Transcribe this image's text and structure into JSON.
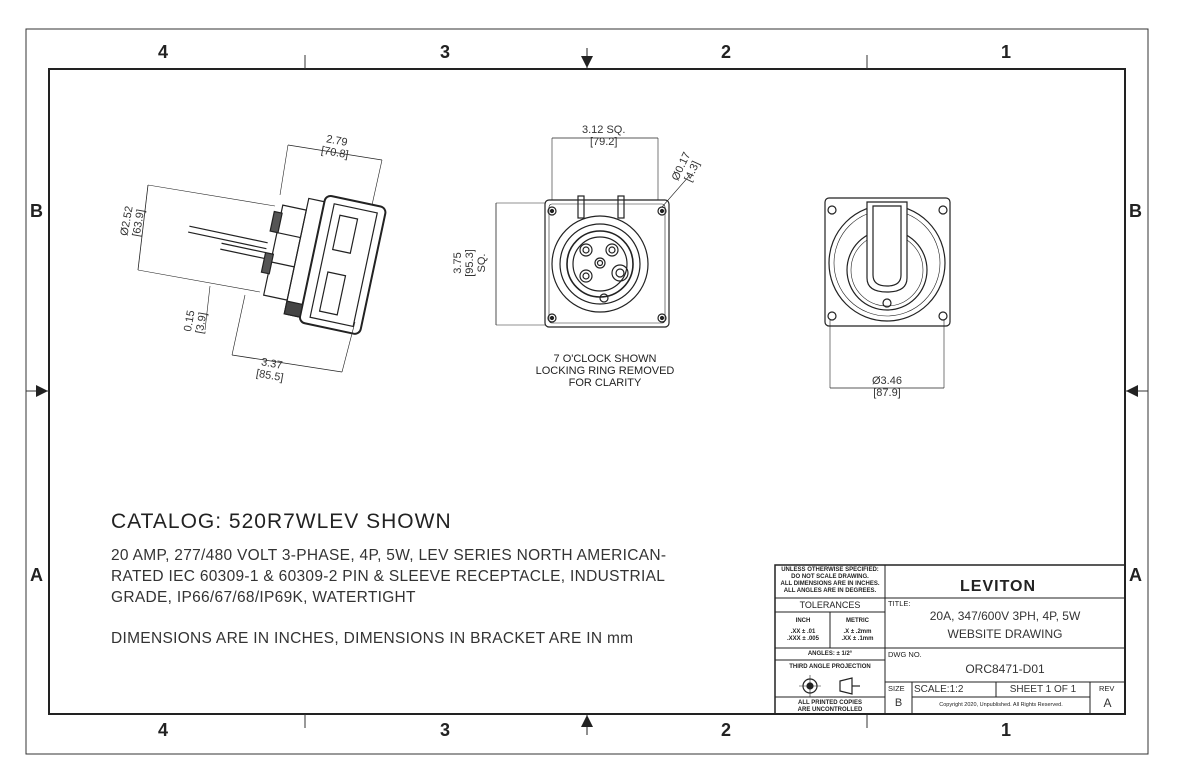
{
  "zones": {
    "columns": [
      "4",
      "3",
      "2",
      "1"
    ],
    "rows": [
      "B",
      "A"
    ]
  },
  "side_view": {
    "width_in": "2.79",
    "width_mm": "[70.8]",
    "dia_in": "Ø2.52",
    "dia_mm": "[63.9]",
    "offset_in": "0.15",
    "offset_mm": "[3.9]",
    "length_in": "3.37",
    "length_mm": "[85.5]"
  },
  "front_view": {
    "square_in": "3.12 SQ.",
    "square_mm": "[79.2]",
    "hole_in": "Ø0.17",
    "hole_mm": "[4.3]",
    "height_in": "3.75",
    "height_mm": "[95.3]",
    "height_sq": "SQ.",
    "note_line1": "7 O'CLOCK SHOWN",
    "note_line2": "LOCKING RING REMOVED",
    "note_line3": "FOR CLARITY"
  },
  "rear_view": {
    "dia_in": "Ø3.46",
    "dia_mm": "[87.9]"
  },
  "catalog": "CATALOG: 520R7WLEV SHOWN",
  "description": {
    "line1": "20 AMP, 277/480 VOLT 3-PHASE, 4P, 5W, LEV SERIES NORTH AMERICAN-",
    "line2": "RATED IEC 60309-1 & 60309-2 PIN & SLEEVE RECEPTACLE, INDUSTRIAL",
    "line3": "GRADE, IP66/67/68/IP69K, WATERTIGHT",
    "units": "DIMENSIONS ARE IN INCHES, DIMENSIONS IN BRACKET ARE IN mm"
  },
  "title_block": {
    "unless_1": "UNLESS OTHERWISE SPECIFIED:",
    "unless_2": "DO NOT SCALE DRAWING.",
    "unless_3": "ALL DIMENSIONS ARE IN INCHES.",
    "unless_4": "ALL ANGLES ARE IN DEGREES.",
    "tolerances": "TOLERANCES",
    "inch": "INCH",
    "metric": "METRIC",
    "inch_tol_1": ".XX ± .01",
    "inch_tol_2": ".XXX ± .005",
    "metric_tol_1": ".X ± .2mm",
    "metric_tol_2": ".XX ± .1mm",
    "angles": "ANGLES: ± 1/2°",
    "projection": "THIRD ANGLE PROJECTION",
    "printed_1": "ALL PRINTED COPIES",
    "printed_2": "ARE UNCONTROLLED",
    "logo": "LEVITON",
    "title_label": "TITLE:",
    "title_line1": "20A, 347/600V 3PH, 4P, 5W",
    "title_line2": "WEBSITE DRAWING",
    "dwg_label": "DWG NO.",
    "dwg_no": "ORC8471-D01",
    "size_label": "SIZE",
    "size": "B",
    "scale": "SCALE:1:2",
    "sheet": "SHEET 1 OF 1",
    "rev_label": "REV",
    "rev": "A",
    "copyright": "Copyright 2020, Unpublished. All Rights Reserved."
  }
}
